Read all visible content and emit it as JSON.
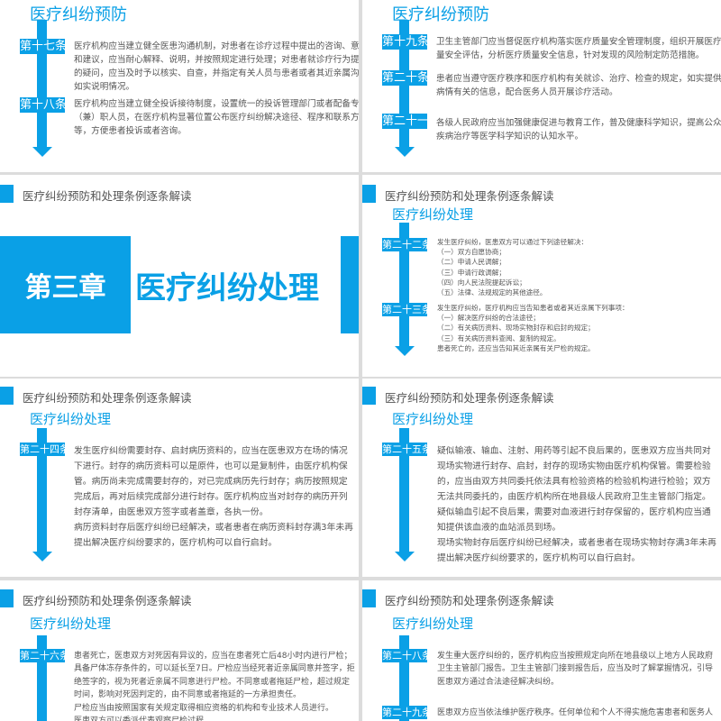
{
  "colors": {
    "accent": "#0aa0e6",
    "text": "#555555",
    "separator": "#dcdcdc"
  },
  "header_text": "医疗纠纷预防和处理条例逐条解读",
  "slides": [
    {
      "section_title": "医疗纠纷预防",
      "articles": [
        {
          "label": "第十七条",
          "lines": [
            "医疗机构应当建立健全医患沟通机制，对患者在诊疗过程中提出的咨询、意见",
            "和建议，应当耐心解释、说明，并按照规定进行处理；对患者就诊疗行为提出",
            "的疑问，应当及时予以核实、自查，并指定有关人员与患者或者其近亲属沟通，",
            "如实说明情况。"
          ]
        },
        {
          "label": "第十八条",
          "lines": [
            "医疗机构应当建立健全投诉接待制度，设置统一的投诉管理部门或者配备专",
            "（兼）职人员，在医疗机构显著位置公布医疗纠纷解决途径、程序和联系方式",
            "等，方便患者投诉或者咨询。"
          ]
        }
      ]
    },
    {
      "section_title": "医疗纠纷预防",
      "articles": [
        {
          "label": "第十九条",
          "lines": [
            "卫生主管部门应当督促医疗机构落实医疗质量安全管理制度，组织开展医疗质",
            "量安全评估，分析医疗质量安全信息，针对发现的风险制定防范措施。"
          ]
        },
        {
          "label": "第二十条",
          "lines": [
            "患者应当遵守医疗秩序和医疗机构有关就诊、治疗、检查的规定，如实提供与",
            "病情有关的信息，配合医务人员开展诊疗活动。"
          ]
        },
        {
          "label": "第二十一条",
          "lines": [
            "各级人民政府应当加强健康促进与教育工作，普及健康科学知识，提高公众对",
            "疾病治疗等医学科学知识的认知水平。"
          ]
        }
      ]
    },
    {
      "header": true,
      "chapter": {
        "number": "第三章",
        "title": "医疗纠纷处理"
      }
    },
    {
      "header": true,
      "section_title": "医疗纠纷处理",
      "articles": [
        {
          "label": "第二十二条",
          "lines": [
            "发生医疗纠纷，医患双方可以通过下列途径解决：",
            "（一）双方自愿协商；",
            "（二）申请人民调解；",
            "（三）申请行政调解；",
            "（四）向人民法院提起诉讼；",
            "（五）法律、法规规定的其他途径。"
          ]
        },
        {
          "label": "第二十三条",
          "lines": [
            "发生医疗纠纷，医疗机构应当告知患者或者其近亲属下列事项：",
            "（一）解决医疗纠纷的合法途径；",
            "（二）有关病历资料、现场实物封存和启封的规定；",
            "（三）有关病历资料查阅、复制的规定。",
            "患者死亡的，还应当告知其近亲属有关尸检的规定。"
          ]
        }
      ]
    },
    {
      "header": true,
      "section_title": "医疗纠纷处理",
      "articles": [
        {
          "label": "第二十四条",
          "lines": [
            "发生医疗纠纷需要封存、启封病历资料的，应当在医患双方在场的情况",
            "下进行。封存的病历资料可以是原件，也可以是复制件，由医疗机构保",
            "管。病历尚未完成需要封存的，对已完成病历先行封存；病历按照规定",
            "完成后，再对后续完成部分进行封存。医疗机构应当对封存的病历开列",
            "封存清单，由医患双方签字或者盖章，各执一份。",
            "病历资料封存后医疗纠纷已经解决，或者患者在病历资料封存满3年未再",
            "提出解决医疗纠纷要求的，医疗机构可以自行启封。"
          ]
        }
      ]
    },
    {
      "header": true,
      "section_title": "医疗纠纷处理",
      "articles": [
        {
          "label": "第二十五条",
          "lines": [
            "疑似输液、输血、注射、用药等引起不良后果的，医患双方应当共同对",
            "现场实物进行封存、启封，封存的现场实物由医疗机构保管。需要检验",
            "的，应当由双方共同委托依法具有检验资格的检验机构进行检验；双方",
            "无法共同委托的，由医疗机构所在地县级人民政府卫生主管部门指定。",
            "疑似输血引起不良后果，需要对血液进行封存保留的，医疗机构应当通",
            "知提供该血液的血站派员到场。",
            "现场实物封存后医疗纠纷已经解决，或者患者在现场实物封存满3年未再",
            "提出解决医疗纠纷要求的，医疗机构可以自行启封。"
          ]
        }
      ]
    },
    {
      "header": true,
      "section_title": "医疗纠纷处理",
      "articles": [
        {
          "label": "第二十六条",
          "lines": [
            "患者死亡，医患双方对死因有异议的，应当在患者死亡后48小时内进行尸检；",
            "具备尸体冻存条件的，可以延长至7日。尸检应当经死者近亲属同意并签字，拒",
            "绝签字的，视为死者近亲属不同意进行尸检。不同意或者拖延尸检，超过规定",
            "时间，影响对死因判定的，由不同意或者拖延的一方承担责任。",
            "尸检应当由按照国家有关规定取得相应资格的机构和专业技术人员进行。",
            "医患双方可以委派代表观察尸检过程。"
          ]
        }
      ]
    },
    {
      "header": true,
      "section_title": "医疗纠纷处理",
      "articles": [
        {
          "label": "第二十八条",
          "lines": [
            "发生重大医疗纠纷的，医疗机构应当按照规定向所在地县级以上地方人民政府",
            "卫生主管部门报告。卫生主管部门接到报告后，应当及时了解掌握情况，引导",
            "医患双方通过合法途径解决纠纷。"
          ]
        },
        {
          "label": "第二十九条",
          "lines": [
            "医患双方应当依法维护医疗秩序。任何单位和个人不得实施危害患者和医务人"
          ]
        }
      ]
    }
  ]
}
